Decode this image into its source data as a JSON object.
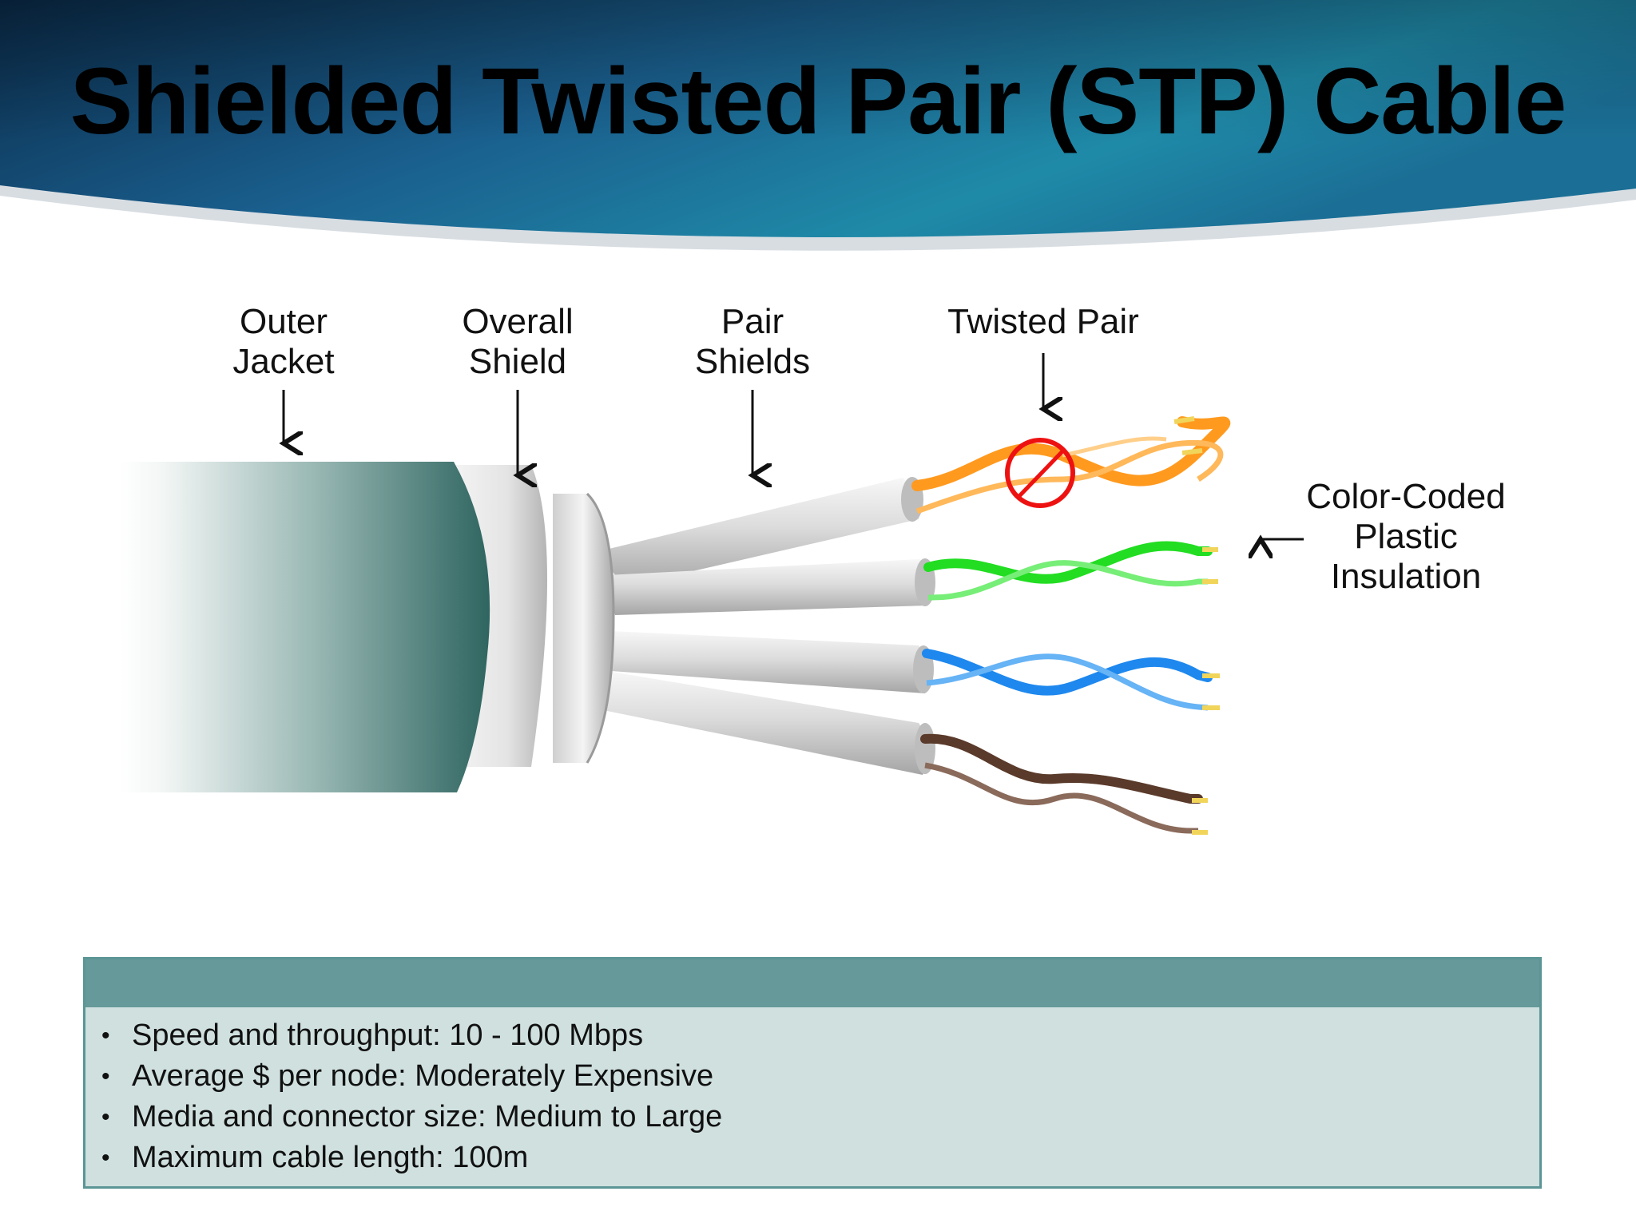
{
  "slide": {
    "title": "Shielded Twisted Pair (STP) Cable"
  },
  "diagram": {
    "labels": {
      "outer_jacket": [
        "Outer",
        "Jacket"
      ],
      "overall_shield": [
        "Overall",
        "Shield"
      ],
      "pair_shields": [
        "Pair",
        "Shields"
      ],
      "twisted_pair": "Twisted Pair",
      "color_coded": [
        "Color-Coded",
        "Plastic",
        "Insulation"
      ]
    },
    "wire_colors": {
      "pair1": "#ff9a1f",
      "pair2": "#22dd22",
      "pair3": "#1e88ee",
      "pair4": "#5a3a2a"
    },
    "jacket_color": "#3f6f6a",
    "highlight_color": "#ee1111"
  },
  "info": {
    "items": [
      "Speed and throughput:  10 - 100 Mbps",
      "Average $ per node:  Moderately Expensive",
      "Media and connector size:  Medium to Large",
      "Maximum cable length:  100m"
    ]
  }
}
